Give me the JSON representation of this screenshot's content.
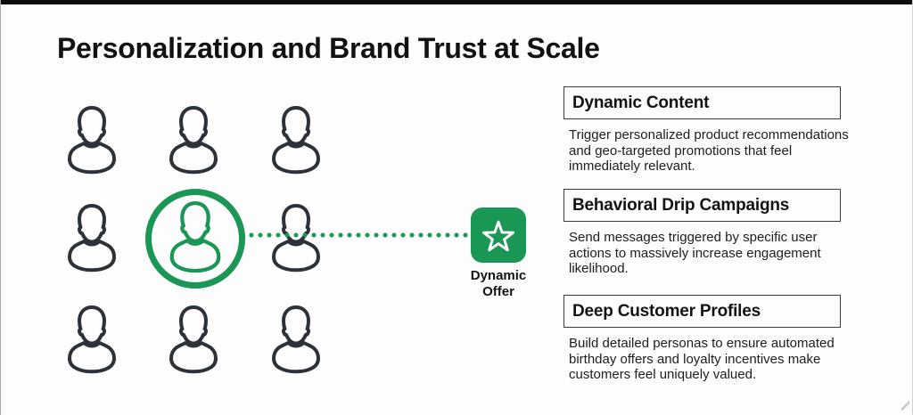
{
  "title": "Personalization and Brand Trust at Scale",
  "diagram": {
    "audience_rows": 3,
    "audience_cols": 3,
    "offer_label": "Dynamic Offer"
  },
  "panels": [
    {
      "title": "Dynamic Content",
      "body": "Trigger personalized product recommendations and geo-targeted promotions that feel immediately relevant."
    },
    {
      "title": "Behavioral Drip Campaigns",
      "body": "Send messages triggered by specific user actions to massively increase engagement likelihood."
    },
    {
      "title": "Deep Customer Profiles",
      "body": "Build detailed personas to ensure automated birthday offers and loyalty incentives make customers feel uniquely valued."
    }
  ],
  "icons": {
    "audience_member": "person-bust-icon",
    "offer_badge": "star-icon"
  },
  "colors": {
    "green": "#1a9655",
    "icon_stroke": "#2d3238",
    "border": "#3d3d3d"
  }
}
